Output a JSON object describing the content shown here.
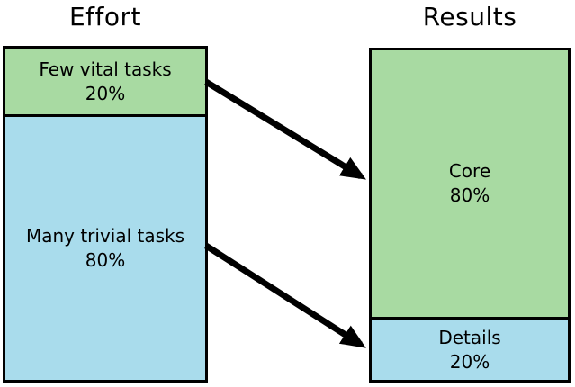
{
  "diagram": {
    "left_column": {
      "title": "Effort",
      "segments": [
        {
          "label": "Few vital tasks",
          "percent": "20%",
          "color_key": "green"
        },
        {
          "label": "Many trivial tasks",
          "percent": "80%",
          "color_key": "blue"
        }
      ]
    },
    "right_column": {
      "title": "Results",
      "segments": [
        {
          "label": "Core",
          "percent": "80%",
          "color_key": "green"
        },
        {
          "label": "Details",
          "percent": "20%",
          "color_key": "blue"
        }
      ]
    },
    "colors": {
      "green": "#a8daa2",
      "blue": "#a9dcec",
      "border": "#000000",
      "arrow": "#000000"
    }
  }
}
